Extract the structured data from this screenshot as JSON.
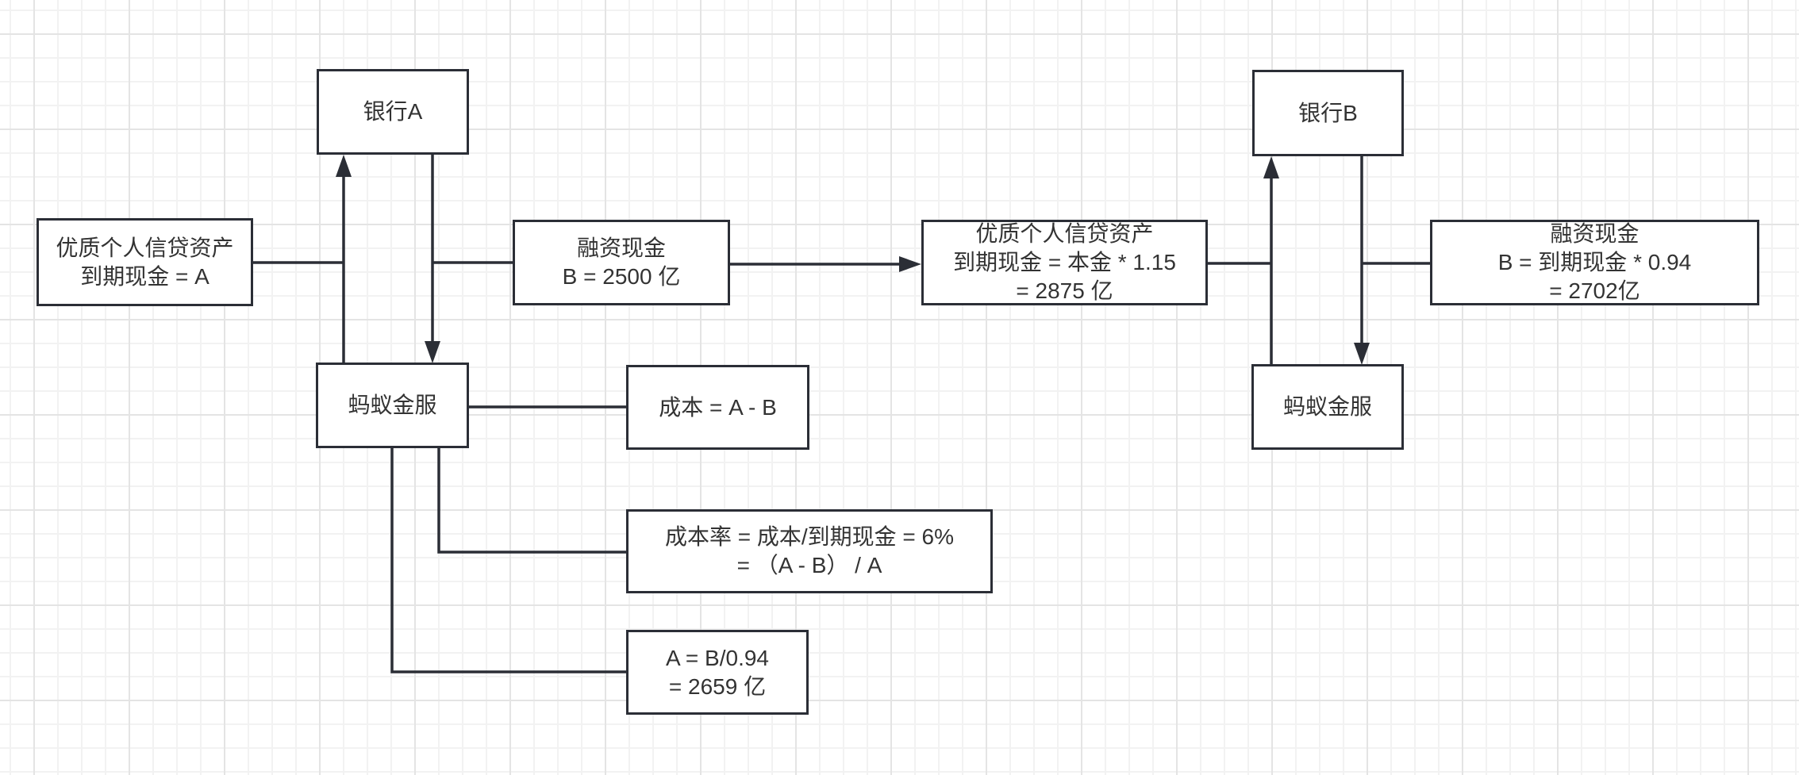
{
  "diagram": {
    "nodes": {
      "bank_a": {
        "label": "银行A"
      },
      "asset_a": {
        "lines": [
          "优质个人信贷资产",
          "到期现金 = A"
        ]
      },
      "cash_b": {
        "lines": [
          "融资现金",
          "B = 2500 亿"
        ]
      },
      "ant_left": {
        "label": "蚂蚁金服"
      },
      "cost": {
        "label": "成本 = A - B"
      },
      "cost_rate": {
        "lines": [
          "成本率 = 成本/到期现金 = 6%",
          "= （A - B） / A"
        ]
      },
      "a_calc": {
        "lines": [
          "A = B/0.94",
          "= 2659 亿"
        ]
      },
      "bank_b": {
        "label": "银行B"
      },
      "asset_b": {
        "lines": [
          "优质个人信贷资产",
          "到期现金 = 本金 * 1.15",
          "= 2875 亿"
        ]
      },
      "cash_b2": {
        "lines": [
          "融资现金",
          "B = 到期现金 * 0.94",
          "= 2702亿"
        ]
      },
      "ant_right": {
        "label": "蚂蚁金服"
      }
    },
    "colors": {
      "stroke": "#2b2e36",
      "text": "#333333",
      "node_fill": "#ffffff",
      "grid_minor": "#f2f2f2",
      "grid_major": "#e4e4e4",
      "background": "#ffffff"
    }
  }
}
